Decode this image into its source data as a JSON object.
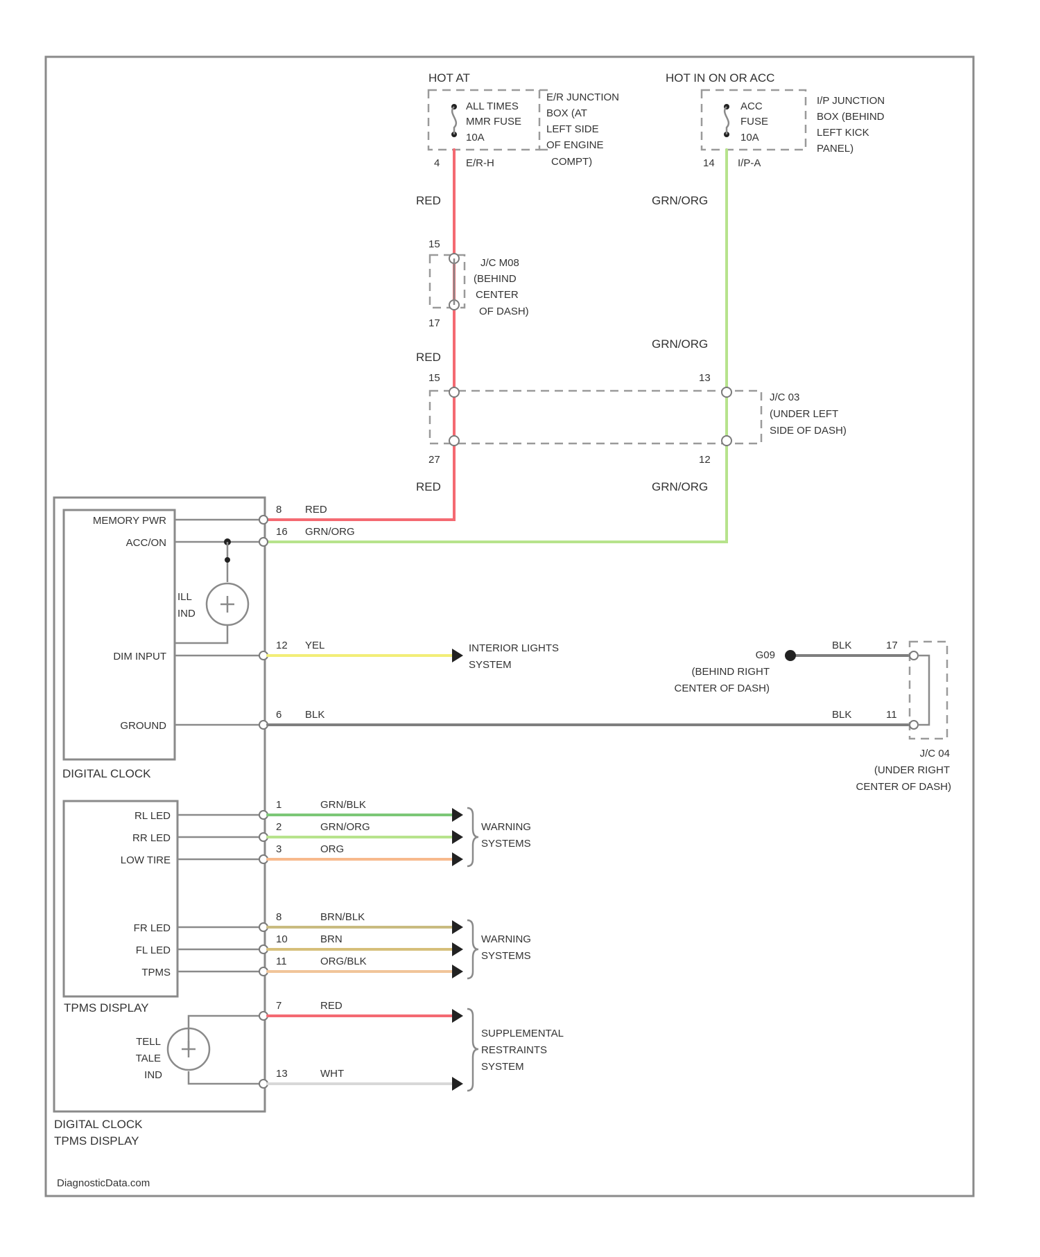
{
  "source": {
    "hot_at_label": "HOT AT",
    "all_times_lines": [
      "ALL TIMES",
      "MMR FUSE",
      "10A"
    ],
    "junction_box_engine_lines": [
      "E/R JUNCTION",
      "BOX (AT",
      "LEFT SIDE",
      "OF ENGINE",
      "COMPT)"
    ],
    "pin_red_number": "4",
    "pin_red_code": "E/R-H",
    "hot_in_label": "HOT IN ON OR ACC",
    "acc_lines": [
      "ACC",
      "FUSE",
      "10A"
    ],
    "junction_box_panel_lines": [
      "I/P JUNCTION",
      "BOX (BEHIND",
      "LEFT KICK",
      "PANEL)"
    ],
    "pin_org_number": "14",
    "pin_org_code": "I/P-A"
  },
  "wire_colors": {
    "red": "#f46a72",
    "grn_org": "#b7e38c",
    "yel": "#f2ee78",
    "blk": "#7e7e7e",
    "grn_blk": "#7cc777",
    "org": "#f7b98c",
    "brn_blk": "#c9bb80",
    "brn": "#d6bf7a",
    "org_blk": "#f1c59a",
    "wht": "#d8d8d8"
  },
  "upper_wires": {
    "red_top_label": "RED",
    "grnorg_top_label": "GRN/ORG",
    "jc_m08": {
      "pin_top": "15",
      "pin_bottom": "17",
      "lines": [
        "J/C M08",
        "(BEHIND",
        "CENTER",
        "OF DASH)"
      ]
    },
    "red_mid_label": "RED",
    "grnorg_mid_label": "GRN/ORG",
    "jc_03": {
      "pin_red_top": "15",
      "pin_org_top": "13",
      "pin_red_bottom": "27",
      "pin_org_bottom": "12",
      "lines": [
        "J/C 03",
        "(UNDER LEFT",
        "SIDE OF DASH)"
      ]
    },
    "red_low_label": "RED",
    "grnorg_low_label": "GRN/ORG"
  },
  "digital_clock": {
    "pins": [
      {
        "name": "MEMORY PWR",
        "pin": "8",
        "wire": "RED"
      },
      {
        "name": "ACC/ON",
        "pin": "16",
        "wire": "GRN/ORG"
      },
      {
        "name": "DIM INPUT",
        "pin": "12",
        "wire": "YEL"
      },
      {
        "name": "GROUND",
        "pin": "6",
        "wire": "BLK"
      }
    ],
    "illum_lines": [
      "ILL",
      "IND"
    ],
    "label": "DIGITAL CLOCK"
  },
  "interior_lights_lines": [
    "INTERIOR LIGHTS",
    "SYSTEM"
  ],
  "ground": {
    "g_lines": [
      "G09",
      "(BEHIND RIGHT",
      "CENTER OF DASH)"
    ],
    "wire_top": "BLK",
    "pin_top": "17",
    "wire_bottom": "BLK",
    "pin_bottom": "11",
    "jc_lines": [
      "J/C 04",
      "(UNDER RIGHT",
      "CENTER OF DASH)"
    ]
  },
  "tpms_display": {
    "group1": [
      {
        "name": "RL LED",
        "pin": "1",
        "wire": "GRN/BLK"
      },
      {
        "name": "RR LED",
        "pin": "2",
        "wire": "GRN/ORG"
      },
      {
        "name": "LOW TIRE",
        "pin": "3",
        "wire": "ORG"
      }
    ],
    "group1_target_lines": [
      "WARNING",
      "SYSTEMS"
    ],
    "group2": [
      {
        "name": "FR LED",
        "pin": "8",
        "wire": "BRN/BLK"
      },
      {
        "name": "FL LED",
        "pin": "10",
        "wire": "BRN"
      },
      {
        "name": "TPMS",
        "pin": "11",
        "wire": "ORG/BLK"
      }
    ],
    "group2_target_lines": [
      "WARNING",
      "SYSTEMS"
    ],
    "label": "TPMS DISPLAY"
  },
  "srs": {
    "telltale_lines": [
      "TELL",
      "TALE",
      "IND"
    ],
    "wire_top_pin": "7",
    "wire_top": "RED",
    "wire_bottom_pin": "13",
    "wire_bottom": "WHT",
    "target_lines": [
      "SUPPLEMENTAL",
      "RESTRAINTS",
      "SYSTEM"
    ]
  },
  "module_label_lines": [
    "DIGITAL CLOCK",
    "TPMS DISPLAY"
  ],
  "footer": "DiagnosticData.com"
}
